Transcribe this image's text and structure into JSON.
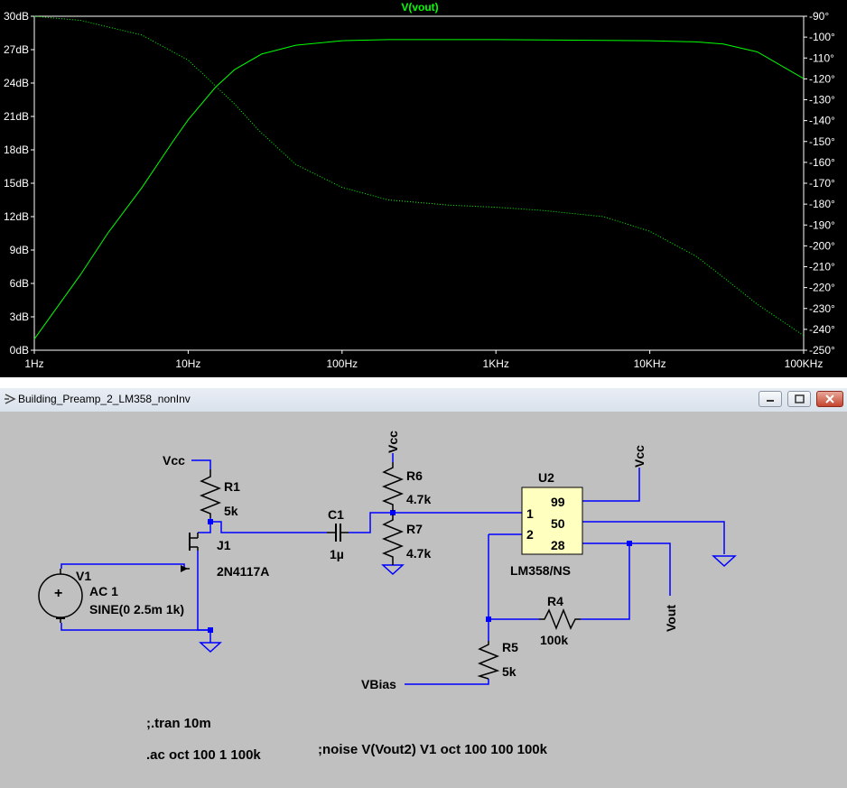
{
  "plot": {
    "trace_name": "V(vout)",
    "left_axis_ticks": [
      "30dB",
      "27dB",
      "24dB",
      "21dB",
      "18dB",
      "15dB",
      "12dB",
      "9dB",
      "6dB",
      "3dB",
      "0dB"
    ],
    "right_axis_ticks": [
      "-90°",
      "-100°",
      "-110°",
      "-120°",
      "-130°",
      "-140°",
      "-150°",
      "-160°",
      "-170°",
      "-180°",
      "-190°",
      "-200°",
      "-210°",
      "-220°",
      "-230°",
      "-240°",
      "-250°"
    ],
    "x_axis_ticks": [
      "1Hz",
      "10Hz",
      "100Hz",
      "1KHz",
      "10KHz",
      "100KHz"
    ],
    "colors": {
      "background": "#000000",
      "axes": "#ffffff",
      "trace": "#00ff00"
    }
  },
  "chart_data": {
    "type": "line",
    "title": "V(vout)",
    "x_scale": "log",
    "xlim": [
      1,
      100000
    ],
    "ylim": [
      0,
      30
    ],
    "y2lim": [
      -250,
      -90
    ],
    "grid": false,
    "series": [
      {
        "name": "V(vout)",
        "axis": "left",
        "style": "solid",
        "x": [
          1,
          2,
          3,
          5,
          8,
          10,
          15,
          20,
          30,
          50,
          100,
          200,
          1000,
          10000,
          20000,
          30000,
          50000,
          100000
        ],
        "values": [
          1.0,
          6.8,
          10.5,
          14.6,
          18.8,
          20.7,
          23.6,
          25.2,
          26.6,
          27.4,
          27.8,
          27.9,
          27.9,
          27.8,
          27.7,
          27.5,
          26.8,
          24.4
        ]
      },
      {
        "name": "V(vout)",
        "axis": "right",
        "style": "dotted",
        "x": [
          1,
          2,
          5,
          10,
          20,
          30,
          50,
          100,
          200,
          500,
          1000,
          2000,
          5000,
          10000,
          20000,
          30000,
          50000,
          100000
        ],
        "values": [
          -90,
          -92,
          -99,
          -111,
          -132,
          -146,
          -161,
          -172,
          -178,
          -180.5,
          -181.5,
          -183,
          -186,
          -193,
          -205,
          -215,
          -228,
          -243
        ]
      }
    ]
  },
  "window": {
    "title": "Building_Preamp_2_LM358_nonInv"
  },
  "schematic": {
    "labels": {
      "vcc1": "Vcc",
      "vcc2": "Vcc",
      "vcc3": "Vcc",
      "r1": "R1",
      "r1_val": "5k",
      "j1": "J1",
      "j1_model": "2N4117A",
      "v1": "V1",
      "v1_ac": "AC 1",
      "v1_sine": "SINE(0 2.5m 1k)",
      "c1": "C1",
      "c1_val": "1µ",
      "r6": "R6",
      "r6_val": "4.7k",
      "r7": "R7",
      "r7_val": "4.7k",
      "u2": "U2",
      "u2_model": "LM358/NS",
      "pin1": "1",
      "pin2": "2",
      "pin99": "99",
      "pin50": "50",
      "pin28": "28",
      "r4": "R4",
      "r4_val": "100k",
      "r5": "R5",
      "r5_val": "5k",
      "vbias": "VBias",
      "vout": "Vout"
    },
    "directives": {
      "tran": ";.tran 10m",
      "ac": ".ac oct 100 1 100k",
      "noise": ";noise V(Vout2) V1 oct 100 100 100k"
    },
    "colors": {
      "background": "#c0c0c0",
      "wire": "#0000ff",
      "component": "#000000",
      "opamp_fill": "#ffffc0"
    }
  }
}
